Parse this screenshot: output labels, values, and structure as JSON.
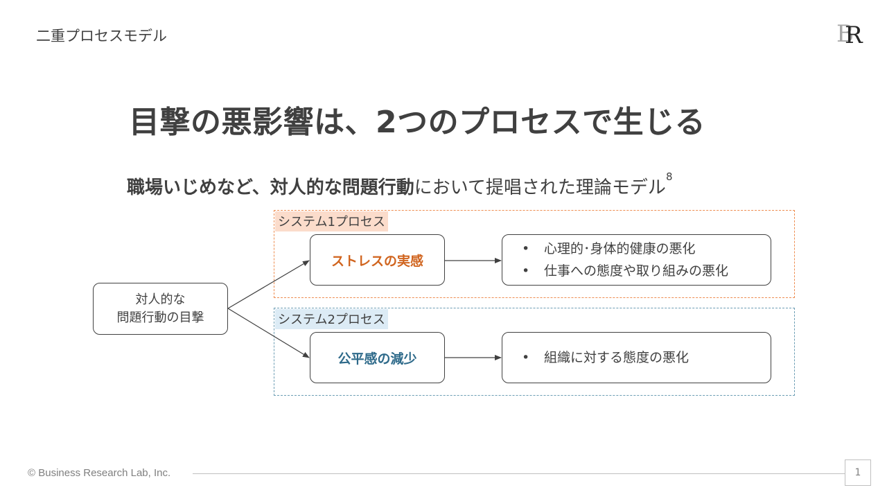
{
  "header": {
    "section_label": "二重プロセスモデル",
    "logo_text": "BR"
  },
  "headline": "目撃の悪影響は、2つのプロセスで生じる",
  "subtitle": {
    "bold_part": "職場いじめなど、対人的な問題行動",
    "regular_part": "において提唱された理論モデル",
    "footnote": "8"
  },
  "diagram": {
    "source": {
      "line1": "対人的な",
      "line2": "問題行動の目撃"
    },
    "system1": {
      "tag": "システム1プロセス",
      "process": "ストレスの実感",
      "outcomes": [
        "心理的･身体的健康の悪化",
        "仕事への態度や取り組みの悪化"
      ]
    },
    "system2": {
      "tag": "システム2プロセス",
      "process": "公平感の減少",
      "outcomes": [
        "組織に対する態度の悪化"
      ]
    },
    "colors": {
      "system1_accent": "#d0641e",
      "system1_border": "#ee8c4f",
      "system1_tag_bg": "#fbdccb",
      "system2_accent": "#2e6a8a",
      "system2_border": "#6a9cb3",
      "system2_tag_bg": "#dcebf5"
    }
  },
  "footer": {
    "copyright": "© Business Research Lab, Inc.",
    "page_number": "1"
  }
}
